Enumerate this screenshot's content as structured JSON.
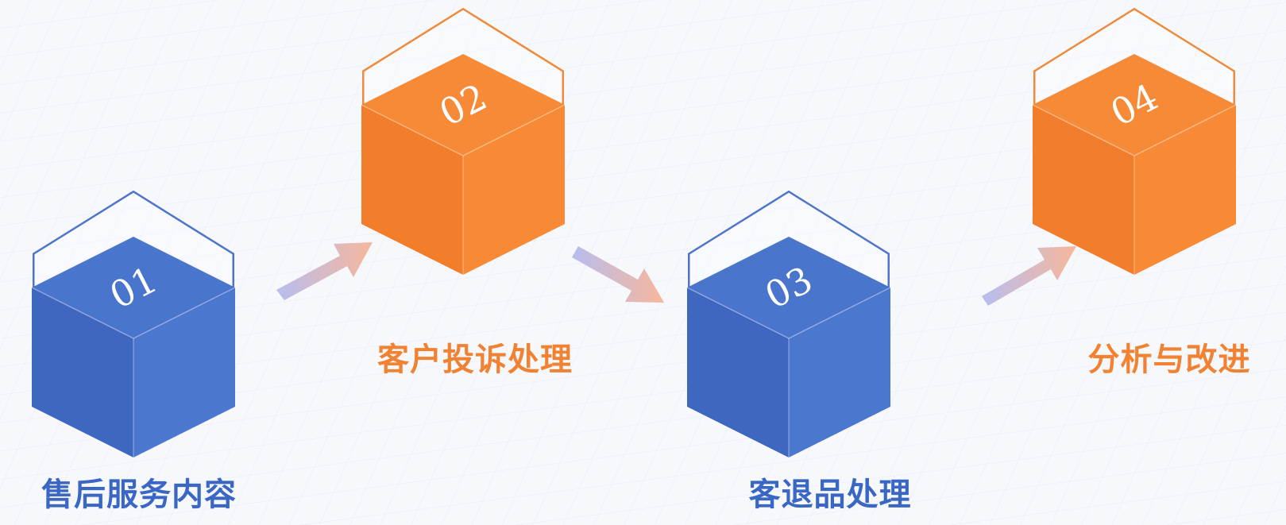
{
  "steps": [
    {
      "number": "01",
      "label": "售后服务内容",
      "theme": "blue"
    },
    {
      "number": "02",
      "label": "客户投诉处理",
      "theme": "orange"
    },
    {
      "number": "03",
      "label": "客退品处理",
      "theme": "blue"
    },
    {
      "number": "04",
      "label": "分析与改进",
      "theme": "orange"
    }
  ],
  "colors": {
    "blue_outline": "#4f74c8",
    "blue_top": "#4a75cc",
    "blue_left": "#3e67c0",
    "blue_right": "#4b77cf",
    "blue_text": "#3a66c4",
    "orange_outline": "#ee8a3c",
    "orange_top": "#f78a37",
    "orange_left": "#f27e2c",
    "orange_right": "#f88a35",
    "orange_text": "#f08232",
    "arrow_start": "#b8bdf0",
    "arrow_end": "#f7b79a"
  }
}
